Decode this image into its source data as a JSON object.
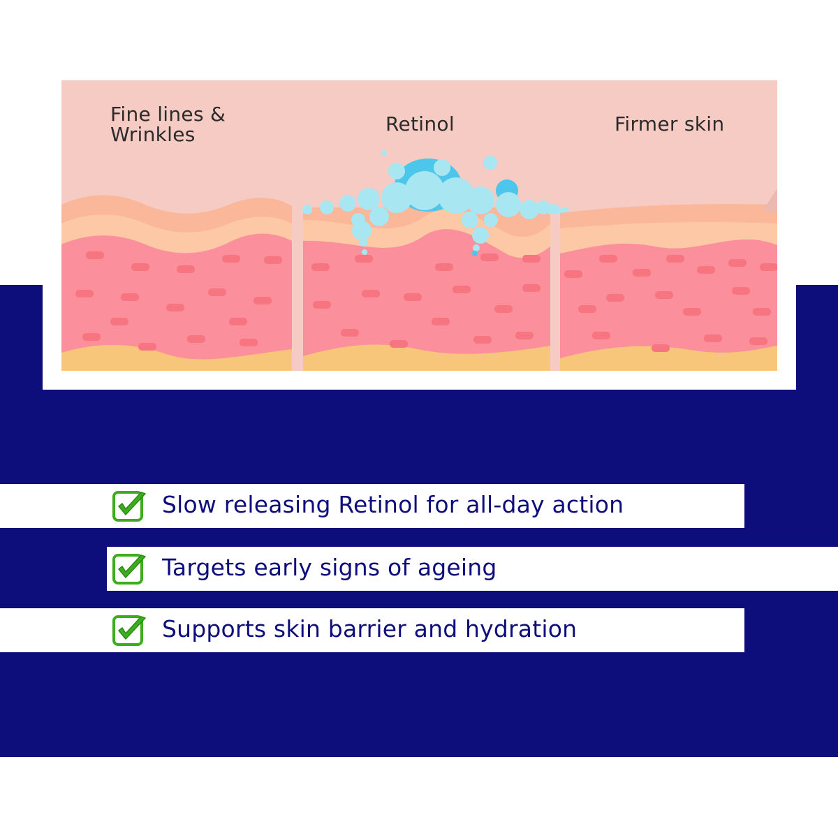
{
  "illustration": {
    "panels": [
      {
        "label": "Fine lines & Wrinkles"
      },
      {
        "label": "Retinol"
      },
      {
        "label": "Firmer skin"
      }
    ],
    "colors": {
      "sky": "#f5cbc4",
      "outer_layer": "#fbb79a",
      "inner_layer": "#fcc8a6",
      "dermis": "#fb8f9b",
      "cells": "#f77481",
      "fat": "#f7c67a",
      "bubbles": "#a8e6f2",
      "bubbles_dark": "#4cc6ea"
    }
  },
  "benefits": [
    {
      "text": "Slow releasing Retinol for all-day action",
      "icon": "checkmark-icon"
    },
    {
      "text": "Targets early signs of ageing",
      "icon": "checkmark-icon"
    },
    {
      "text": "Supports skin barrier and hydration",
      "icon": "checkmark-icon"
    }
  ],
  "colors": {
    "navy": "#0e0d7c",
    "check_green": "#3cae1e",
    "white": "#ffffff"
  }
}
